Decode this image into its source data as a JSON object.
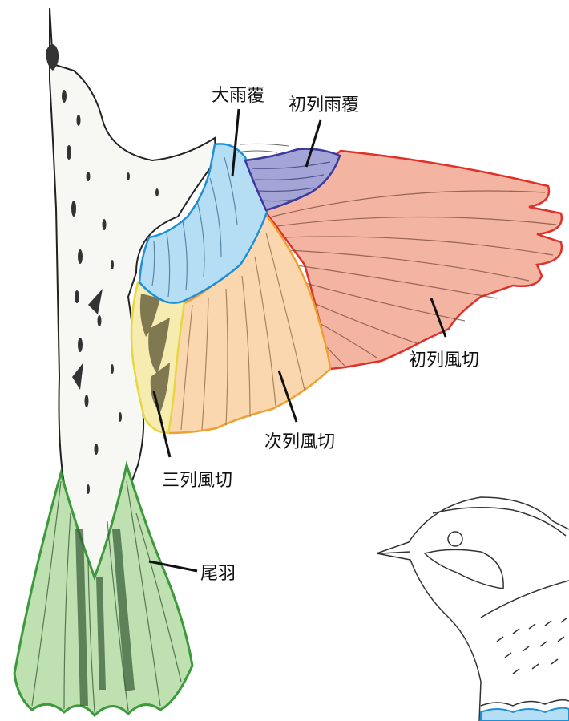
{
  "labels": {
    "greater_coverts": "大雨覆",
    "primary_coverts": "初列雨覆",
    "primaries": "初列風切",
    "secondaries": "次列風切",
    "tertials": "三列風切",
    "tail": "尾羽"
  },
  "colors": {
    "greater_coverts_fill": "#b5def5",
    "greater_coverts_edge": "#1f8fd6",
    "primary_coverts_fill": "#a4a4d6",
    "primary_coverts_edge": "#3b3b9e",
    "primaries_fill": "#f4b4a2",
    "primaries_edge": "#e0302a",
    "secondaries_fill": "#fbd7b0",
    "secondaries_edge": "#f0a030",
    "tertials_fill": "#f6ecb0",
    "tertials_edge": "#e6d640",
    "tail_fill": "#bfe0b0",
    "tail_edge": "#3c9a3c",
    "outline": "#222222"
  }
}
